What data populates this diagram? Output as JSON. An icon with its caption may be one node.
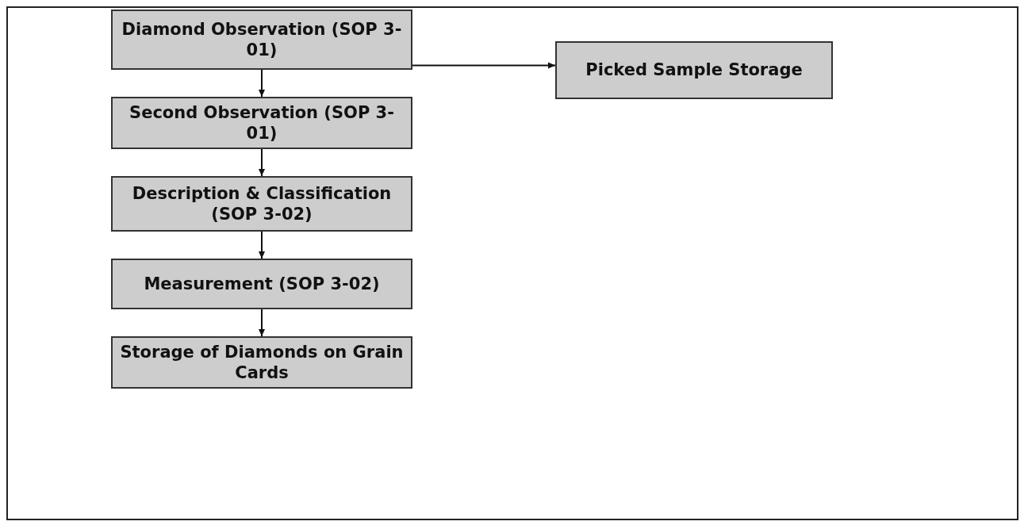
{
  "diagram": {
    "nodes": [
      {
        "text": [
          "Diamond Observation (SOP 3-01)"
        ]
      },
      {
        "text": [
          "Second Observation (SOP 3-01)"
        ]
      },
      {
        "text": [
          "Description & Classification (SOP 3-02)"
        ]
      },
      {
        "text": [
          "Measurement (SOP 3-02)"
        ]
      },
      {
        "text": [
          "Storage of Diamonds on Grain Cards"
        ]
      },
      {
        "text": [
          "Picked Sample Storage"
        ]
      }
    ],
    "edges": [
      {
        "from": 0,
        "to": 5,
        "arrow": "to"
      },
      {
        "from": 0,
        "to": 1,
        "arrow": "to"
      },
      {
        "from": 1,
        "to": 2,
        "arrow": "to"
      },
      {
        "from": 2,
        "to": 3,
        "arrow": "to"
      },
      {
        "from": 3,
        "to": 4,
        "arrow": "to"
      }
    ]
  }
}
